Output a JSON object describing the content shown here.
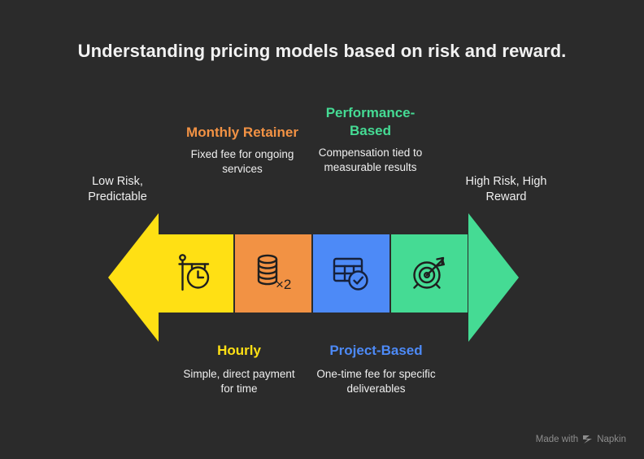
{
  "title": "Understanding pricing models based on risk and reward.",
  "background_color": "#2b2b2b",
  "ends": {
    "left_label": "Low Risk,\nPredictable",
    "left_line1": "Low Risk,",
    "left_line2": "Predictable",
    "right_line1": "High Risk, High",
    "right_line2": "Reward",
    "left_arrow_color": "#ffe014",
    "right_arrow_color": "#45db94"
  },
  "stages": [
    {
      "key": "hourly",
      "heading": "Hourly",
      "description": "Simple, direct payment for time",
      "color": "#ffe014",
      "icon": "clock-on-stand-icon",
      "position": "bottom"
    },
    {
      "key": "monthly-retainer",
      "heading": "Monthly Retainer",
      "description": "Fixed fee for ongoing services",
      "color": "#f29244",
      "icon": "coin-stack-icon",
      "icon_badge": "×2",
      "position": "top"
    },
    {
      "key": "project-based",
      "heading": "Project-Based",
      "description": "One-time fee for specific deliverables",
      "color": "#4d8af7",
      "icon": "table-check-icon",
      "position": "bottom"
    },
    {
      "key": "performance-based",
      "heading": "Performance-Based",
      "description": "Compensation tied to measurable results",
      "color": "#45db94",
      "icon": "target-arrow-icon",
      "position": "top"
    }
  ],
  "footer": {
    "text": "Made with",
    "brand": "Napkin"
  }
}
